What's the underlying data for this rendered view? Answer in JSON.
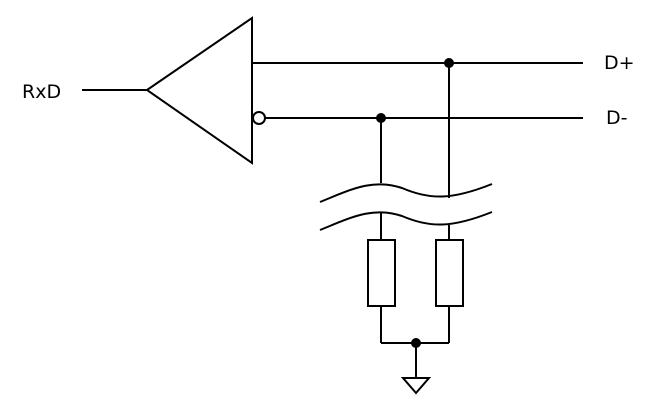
{
  "labels": {
    "input": "RxD",
    "d_plus": "D+",
    "d_minus": "D-"
  },
  "components": {
    "driver": "triangle-buffer-symbol",
    "inverting_output": "inversion-bubble",
    "cable_break": "wavy-break-symbol",
    "terminators": [
      "resistor-symbol",
      "resistor-symbol"
    ],
    "ground": "ground-symbol"
  }
}
